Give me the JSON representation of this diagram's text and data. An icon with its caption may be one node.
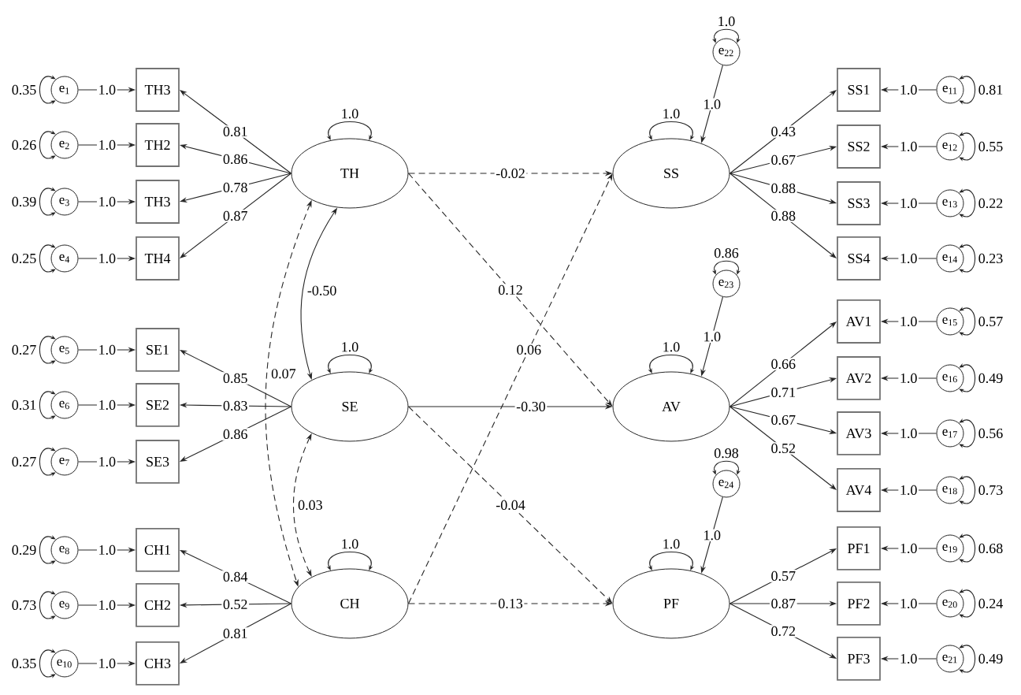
{
  "diagram": {
    "nodes": [
      {
        "text": [
          "e$_{1}$"
        ]
      },
      {
        "text": [
          "e$_{2}$"
        ]
      },
      {
        "text": [
          "e$_{3}$"
        ]
      },
      {
        "text": [
          "e$_{4}$"
        ]
      },
      {
        "text": [
          "e$_{5}$"
        ]
      },
      {
        "text": [
          "e$_{6}$"
        ]
      },
      {
        "text": [
          "e$_{7}$"
        ]
      },
      {
        "text": [
          "e$_{8}$"
        ]
      },
      {
        "text": [
          "e$_{9}$"
        ]
      },
      {
        "text": [
          "e$_{10}$"
        ]
      },
      {
        "text": [
          "TH3"
        ]
      },
      {
        "text": [
          "TH2"
        ]
      },
      {
        "text": [
          "TH3"
        ]
      },
      {
        "text": [
          "TH4"
        ]
      },
      {
        "text": [
          "SE1"
        ]
      },
      {
        "text": [
          "SE2"
        ]
      },
      {
        "text": [
          "SE3"
        ]
      },
      {
        "text": [
          "CH1"
        ]
      },
      {
        "text": [
          "CH2"
        ]
      },
      {
        "text": [
          "CH3"
        ]
      },
      {
        "text": [
          "TH"
        ]
      },
      {
        "text": [
          "SE"
        ]
      },
      {
        "text": [
          "CH"
        ]
      },
      {
        "text": [
          "e$_{22}$"
        ]
      },
      {
        "text": [
          "e$_{23}$"
        ]
      },
      {
        "text": [
          "e$_{24}$"
        ]
      },
      {
        "text": [
          "SS"
        ]
      },
      {
        "text": [
          "AV"
        ]
      },
      {
        "text": [
          "PF"
        ]
      },
      {
        "text": [
          "SS1"
        ]
      },
      {
        "text": [
          "SS2"
        ]
      },
      {
        "text": [
          "SS3"
        ]
      },
      {
        "text": [
          "SS4"
        ]
      },
      {
        "text": [
          "AV1"
        ]
      },
      {
        "text": [
          "AV2"
        ]
      },
      {
        "text": [
          "AV3"
        ]
      },
      {
        "text": [
          "AV4"
        ]
      },
      {
        "text": [
          "PF1"
        ]
      },
      {
        "text": [
          "PF2"
        ]
      },
      {
        "text": [
          "PF3"
        ]
      },
      {
        "text": [
          "e$_{11}$"
        ]
      },
      {
        "text": [
          "e$_{12}$"
        ]
      },
      {
        "text": [
          "e$_{13}$"
        ]
      },
      {
        "text": [
          "e$_{14}$"
        ]
      },
      {
        "text": [
          "e$_{15}$"
        ]
      },
      {
        "text": [
          "e$_{16}$"
        ]
      },
      {
        "text": [
          "e$_{17}$"
        ]
      },
      {
        "text": [
          "e$_{18}$"
        ]
      },
      {
        "text": [
          "e$_{19}$"
        ]
      },
      {
        "text": [
          "e$_{20}$"
        ]
      },
      {
        "text": [
          "e$_{21}$"
        ]
      }
    ],
    "edges": [
      {
        "from": 0,
        "to": 10,
        "arrow": "to",
        "label": "1.0"
      },
      {
        "from": 1,
        "to": 11,
        "arrow": "to",
        "label": "1.0"
      },
      {
        "from": 2,
        "to": 12,
        "arrow": "to",
        "label": "1.0"
      },
      {
        "from": 3,
        "to": 13,
        "arrow": "to",
        "label": "1.0"
      },
      {
        "from": 4,
        "to": 14,
        "arrow": "to",
        "label": "1.0"
      },
      {
        "from": 5,
        "to": 15,
        "arrow": "to",
        "label": "1.0"
      },
      {
        "from": 6,
        "to": 16,
        "arrow": "to",
        "label": "1.0"
      },
      {
        "from": 7,
        "to": 17,
        "arrow": "to",
        "label": "1.0"
      },
      {
        "from": 8,
        "to": 18,
        "arrow": "to",
        "label": "1.0"
      },
      {
        "from": 9,
        "to": 19,
        "arrow": "to",
        "label": "1.0"
      },
      {
        "from": 20,
        "to": 10,
        "arrow": "to",
        "label": "0.81"
      },
      {
        "from": 20,
        "to": 11,
        "arrow": "to",
        "label": "0.86"
      },
      {
        "from": 20,
        "to": 12,
        "arrow": "to",
        "label": "0.78"
      },
      {
        "from": 20,
        "to": 13,
        "arrow": "to",
        "label": "0.87"
      },
      {
        "from": 21,
        "to": 14,
        "arrow": "to",
        "label": "0.85"
      },
      {
        "from": 21,
        "to": 15,
        "arrow": "to",
        "label": "0.83"
      },
      {
        "from": 21,
        "to": 16,
        "arrow": "to",
        "label": "0.86"
      },
      {
        "from": 22,
        "to": 17,
        "arrow": "to",
        "label": "0.84"
      },
      {
        "from": 22,
        "to": 18,
        "arrow": "to",
        "label": "0.52"
      },
      {
        "from": 22,
        "to": 19,
        "arrow": "to",
        "label": "0.81"
      },
      {
        "from": 20,
        "to": 26,
        "arrow": "to",
        "label": "-0.02",
        "style": "dashed"
      },
      {
        "from": 20,
        "to": 27,
        "arrow": "to",
        "label": "0.12",
        "style": "dashed"
      },
      {
        "from": 21,
        "to": 27,
        "arrow": "to",
        "label": "-0.30"
      },
      {
        "from": 21,
        "to": 28,
        "arrow": "to",
        "label": "-0.04",
        "style": "dashed"
      },
      {
        "from": 22,
        "to": 26,
        "arrow": "to",
        "label": "0.06",
        "style": "dashed"
      },
      {
        "from": 22,
        "to": 28,
        "arrow": "to",
        "label": "0.13",
        "style": "dashed"
      },
      {
        "from": 20,
        "to": 21,
        "arrow": "both",
        "label": "-0.50"
      },
      {
        "from": 20,
        "to": 22,
        "arrow": "both",
        "label": "0.07",
        "style": "dashed"
      },
      {
        "from": 21,
        "to": 22,
        "arrow": "both",
        "label": "0.03",
        "style": "dashed"
      },
      {
        "from": 23,
        "to": 26,
        "arrow": "to",
        "label": "1.0"
      },
      {
        "from": 24,
        "to": 27,
        "arrow": "to",
        "label": "1.0"
      },
      {
        "from": 25,
        "to": 28,
        "arrow": "to",
        "label": "1.0"
      },
      {
        "from": 26,
        "to": 29,
        "arrow": "to",
        "label": "0.43"
      },
      {
        "from": 26,
        "to": 30,
        "arrow": "to",
        "label": "0.67"
      },
      {
        "from": 26,
        "to": 31,
        "arrow": "to",
        "label": "0.88"
      },
      {
        "from": 26,
        "to": 32,
        "arrow": "to",
        "label": "0.88"
      },
      {
        "from": 27,
        "to": 33,
        "arrow": "to",
        "label": "0.66"
      },
      {
        "from": 27,
        "to": 34,
        "arrow": "to",
        "label": "0.71"
      },
      {
        "from": 27,
        "to": 35,
        "arrow": "to",
        "label": "0.67"
      },
      {
        "from": 27,
        "to": 36,
        "arrow": "to",
        "label": "0.52"
      },
      {
        "from": 28,
        "to": 37,
        "arrow": "to",
        "label": "0.57"
      },
      {
        "from": 28,
        "to": 38,
        "arrow": "to",
        "label": "0.87"
      },
      {
        "from": 28,
        "to": 39,
        "arrow": "to",
        "label": "0.72"
      },
      {
        "from": 40,
        "to": 29,
        "arrow": "to",
        "label": "1.0"
      },
      {
        "from": 41,
        "to": 30,
        "arrow": "to",
        "label": "1.0"
      },
      {
        "from": 42,
        "to": 31,
        "arrow": "to",
        "label": "1.0"
      },
      {
        "from": 43,
        "to": 32,
        "arrow": "to",
        "label": "1.0"
      },
      {
        "from": 44,
        "to": 33,
        "arrow": "to",
        "label": "1.0"
      },
      {
        "from": 45,
        "to": 34,
        "arrow": "to",
        "label": "1.0"
      },
      {
        "from": 46,
        "to": 35,
        "arrow": "to",
        "label": "1.0"
      },
      {
        "from": 47,
        "to": 36,
        "arrow": "to",
        "label": "1.0"
      },
      {
        "from": 48,
        "to": 37,
        "arrow": "to",
        "label": "1.0"
      },
      {
        "from": 49,
        "to": 38,
        "arrow": "to",
        "label": "1.0"
      },
      {
        "from": 50,
        "to": 39,
        "arrow": "to",
        "label": "1.0"
      },
      {
        "from": 20,
        "to": 20,
        "arrow": "both",
        "label": "1.0"
      },
      {
        "from": 21,
        "to": 21,
        "arrow": "both",
        "label": "1.0"
      },
      {
        "from": 22,
        "to": 22,
        "arrow": "both",
        "label": "1.0"
      },
      {
        "from": 26,
        "to": 26,
        "arrow": "both",
        "label": "1.0"
      },
      {
        "from": 27,
        "to": 27,
        "arrow": "both",
        "label": "1.0"
      },
      {
        "from": 28,
        "to": 28,
        "arrow": "both",
        "label": "1.0"
      },
      {
        "from": 0,
        "to": 0,
        "arrow": "both",
        "label": "0.35"
      },
      {
        "from": 1,
        "to": 1,
        "arrow": "both",
        "label": "0.26"
      },
      {
        "from": 2,
        "to": 2,
        "arrow": "both",
        "label": "0.39"
      },
      {
        "from": 3,
        "to": 3,
        "arrow": "both",
        "label": "0.25"
      },
      {
        "from": 4,
        "to": 4,
        "arrow": "both",
        "label": "0.27"
      },
      {
        "from": 5,
        "to": 5,
        "arrow": "both",
        "label": "0.31"
      },
      {
        "from": 6,
        "to": 6,
        "arrow": "both",
        "label": "0.27"
      },
      {
        "from": 7,
        "to": 7,
        "arrow": "both",
        "label": "0.29"
      },
      {
        "from": 8,
        "to": 8,
        "arrow": "both",
        "label": "0.73"
      },
      {
        "from": 9,
        "to": 9,
        "arrow": "both",
        "label": "0.35"
      },
      {
        "from": 23,
        "to": 23,
        "arrow": "both",
        "label": "1.0"
      },
      {
        "from": 24,
        "to": 24,
        "arrow": "both",
        "label": "0.86"
      },
      {
        "from": 25,
        "to": 25,
        "arrow": "both",
        "label": "0.98"
      },
      {
        "from": 40,
        "to": 40,
        "arrow": "both",
        "label": "0.81"
      },
      {
        "from": 41,
        "to": 41,
        "arrow": "both",
        "label": "0.55"
      },
      {
        "from": 42,
        "to": 42,
        "arrow": "both",
        "label": "0.22"
      },
      {
        "from": 43,
        "to": 43,
        "arrow": "both",
        "label": "0.23"
      },
      {
        "from": 44,
        "to": 44,
        "arrow": "both",
        "label": "0.57"
      },
      {
        "from": 45,
        "to": 45,
        "arrow": "both",
        "label": "0.49"
      },
      {
        "from": 46,
        "to": 46,
        "arrow": "both",
        "label": "0.56"
      },
      {
        "from": 47,
        "to": 47,
        "arrow": "both",
        "label": "0.73"
      },
      {
        "from": 48,
        "to": 48,
        "arrow": "both",
        "label": "0.68"
      },
      {
        "from": 49,
        "to": 49,
        "arrow": "both",
        "label": "0.24"
      },
      {
        "from": 50,
        "to": 50,
        "arrow": "both",
        "label": "0.49"
      }
    ]
  }
}
